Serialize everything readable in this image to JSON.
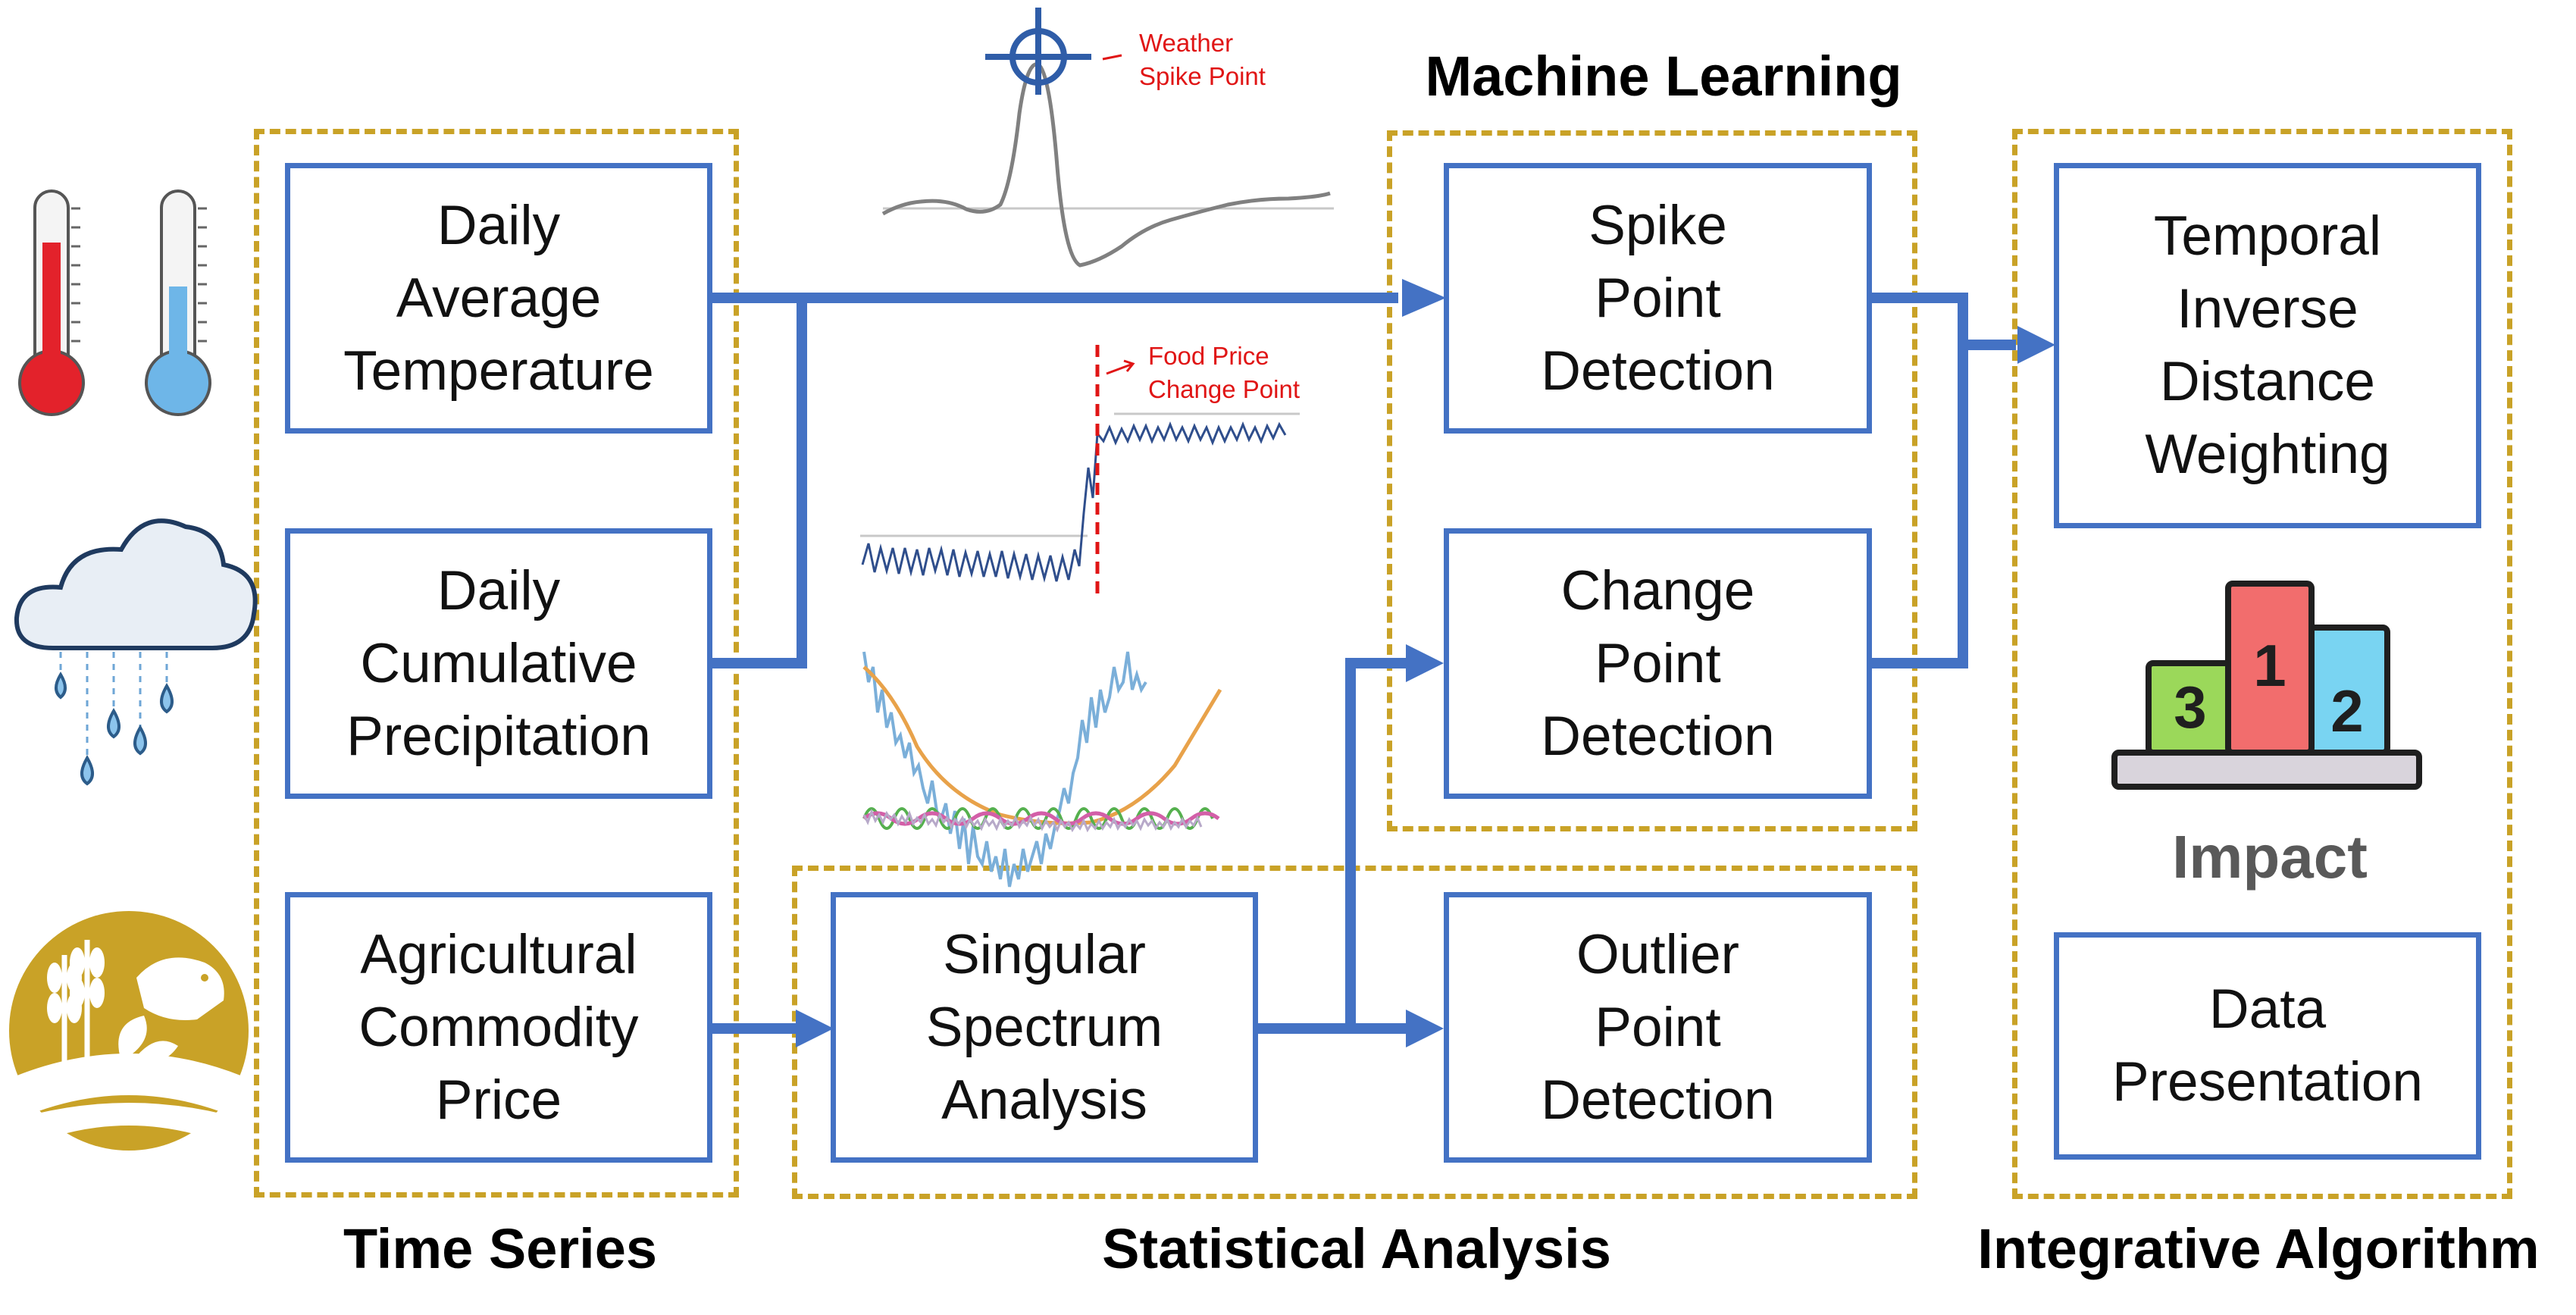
{
  "groups": {
    "time_series": "Time Series",
    "statistical_analysis": "Statistical Analysis",
    "machine_learning": "Machine Learning",
    "integrative_algorithm": "Integrative Algorithm"
  },
  "boxes": {
    "temperature": [
      "Daily",
      "Average",
      "Temperature"
    ],
    "precipitation": [
      "Daily",
      "Cumulative",
      "Precipitation"
    ],
    "commodity": [
      "Agricultural",
      "Commodity",
      "Price"
    ],
    "ssa": [
      "Singular",
      "Spectrum",
      "Analysis"
    ],
    "spike": [
      "Spike",
      "Point",
      "Detection"
    ],
    "change": [
      "Change",
      "Point",
      "Detection"
    ],
    "outlier": [
      "Outlier",
      "Point",
      "Detection"
    ],
    "tidw": [
      "Temporal",
      "Inverse",
      "Distance",
      "Weighting"
    ],
    "presentation": [
      "Data",
      "Presentation"
    ]
  },
  "annotations": {
    "weather_spike": [
      "Weather",
      "Spike Point"
    ],
    "food_price": [
      "Food Price",
      "Change Point"
    ]
  },
  "podium": {
    "first": "1",
    "second": "2",
    "third": "3",
    "caption": "Impact"
  },
  "colors": {
    "box_border": "#4472C4",
    "arrow": "#4472C4",
    "group_border": "#C9A227",
    "annotation": "#E01515"
  },
  "icons": [
    "thermometer-celsius-icon",
    "thermometer-fahrenheit-icon",
    "rain-cloud-icon",
    "agriculture-logo-icon",
    "target-crosshair-icon",
    "podium-icon"
  ]
}
